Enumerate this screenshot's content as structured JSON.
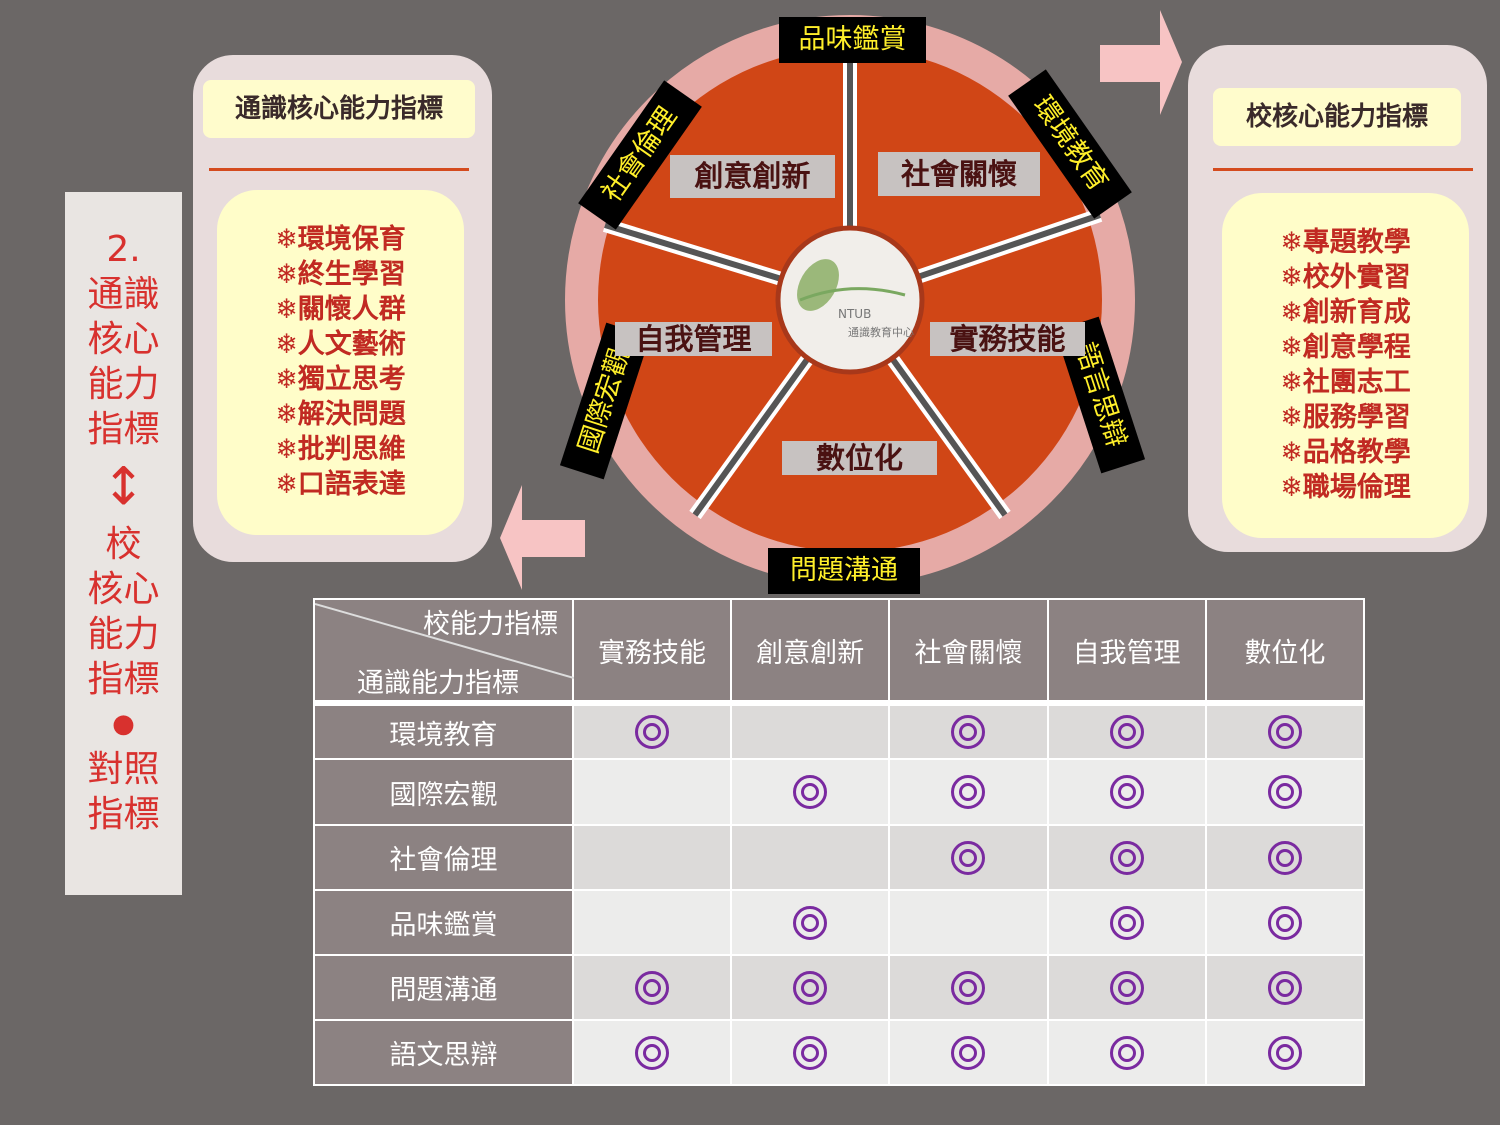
{
  "side": {
    "number": "2.",
    "lines": [
      "通識",
      "核心",
      "能力",
      "指標"
    ],
    "arrow": "↕",
    "lines2": [
      "校",
      "核心",
      "能力",
      "指標"
    ],
    "dot": "●",
    "lines3": [
      "對照",
      "指標"
    ]
  },
  "left_panel": {
    "title": "通識核心能力指標",
    "items": [
      "❄環境保育",
      "❄終生學習",
      "❄關懷人群",
      "❄人文藝術",
      "❄獨立思考",
      "❄解決問題",
      "❄批判思維",
      "❄口語表達"
    ]
  },
  "right_panel": {
    "title": "校核心能力指標",
    "items": [
      "❄專題教學",
      "❄校外實習",
      "❄創新育成",
      "❄創意學程",
      "❄社團志工",
      "❄服務學習",
      "❄品格教學",
      "❄職場倫理"
    ]
  },
  "wheel": {
    "outer": [
      "品味鑑賞",
      "環境教育",
      "語言思辯",
      "問題溝通",
      "國際宏觀",
      "社會倫理"
    ],
    "inner": [
      "創意創新",
      "社會關懷",
      "自我管理",
      "實務技能",
      "數位化"
    ],
    "logo": "NTUB 通識教育中心"
  },
  "table": {
    "corner_top": "校能力指標",
    "corner_bottom": "通識能力指標",
    "columns": [
      "實務技能",
      "創意創新",
      "社會關懷",
      "自我管理",
      "數位化"
    ],
    "rows": [
      {
        "label": "環境教育",
        "marks": [
          1,
          0,
          1,
          1,
          1
        ]
      },
      {
        "label": "國際宏觀",
        "marks": [
          0,
          1,
          1,
          1,
          1
        ]
      },
      {
        "label": "社會倫理",
        "marks": [
          0,
          0,
          1,
          1,
          1
        ]
      },
      {
        "label": "品味鑑賞",
        "marks": [
          0,
          1,
          0,
          1,
          1
        ]
      },
      {
        "label": "問題溝通",
        "marks": [
          1,
          1,
          1,
          1,
          1
        ]
      },
      {
        "label": "語文思辯",
        "marks": [
          1,
          1,
          1,
          1,
          1
        ]
      }
    ],
    "mark_symbol": "◎"
  }
}
